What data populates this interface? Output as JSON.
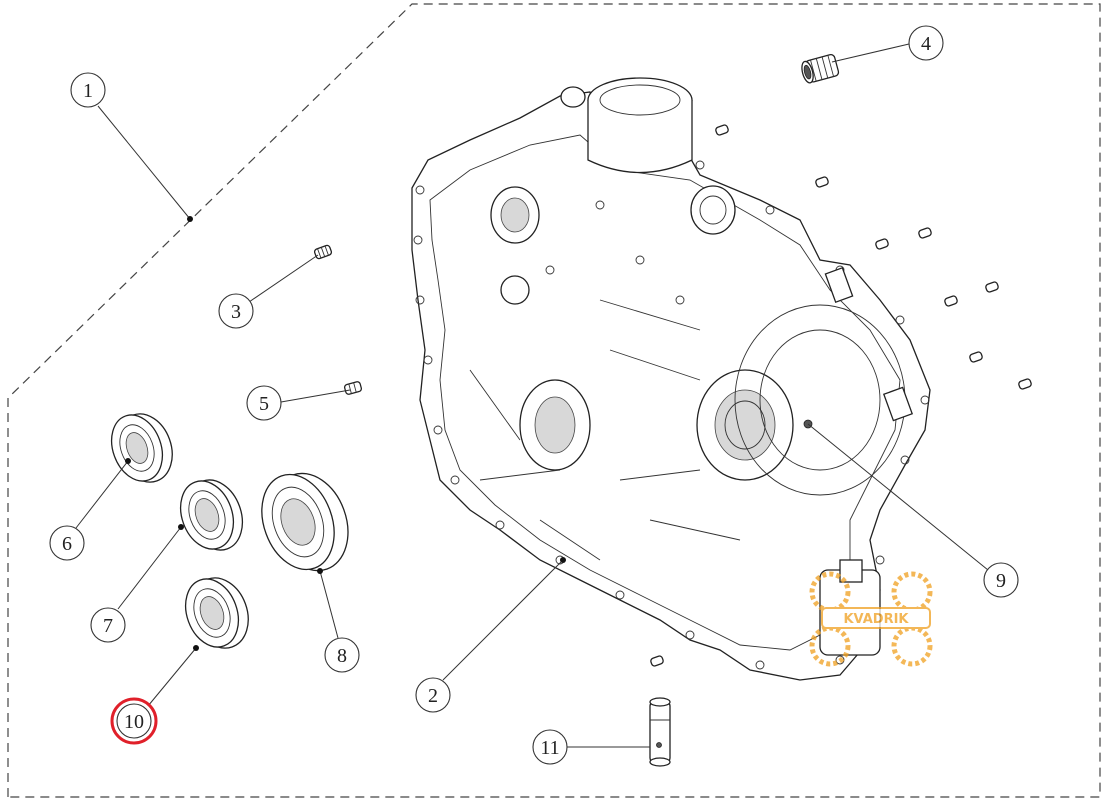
{
  "callouts": [
    {
      "id": "1",
      "label": "1"
    },
    {
      "id": "2",
      "label": "2"
    },
    {
      "id": "3",
      "label": "3"
    },
    {
      "id": "4",
      "label": "4"
    },
    {
      "id": "5",
      "label": "5"
    },
    {
      "id": "6",
      "label": "6"
    },
    {
      "id": "7",
      "label": "7"
    },
    {
      "id": "8",
      "label": "8"
    },
    {
      "id": "9",
      "label": "9"
    },
    {
      "id": "10",
      "label": "10"
    },
    {
      "id": "11",
      "label": "11"
    }
  ],
  "highlight": {
    "callout": "10",
    "color": "#e0202a"
  },
  "watermark": {
    "text": "KVADRIK",
    "color": "#f0a020"
  },
  "colors": {
    "line": "#333333",
    "background": "#ffffff"
  }
}
